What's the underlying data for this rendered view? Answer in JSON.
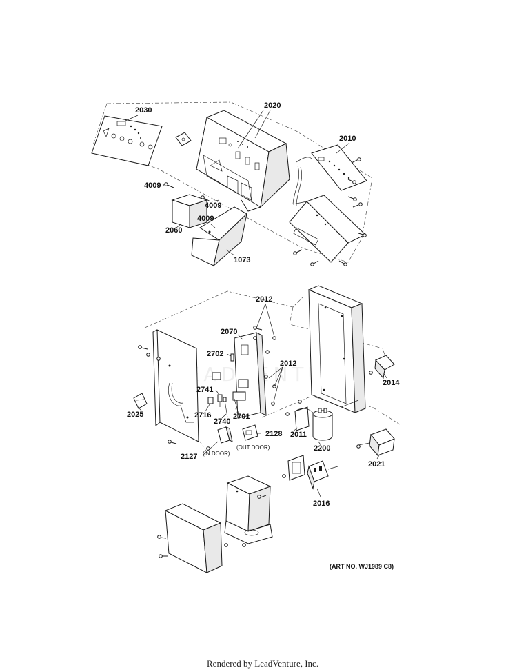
{
  "callouts": {
    "c2030": "2030",
    "c2020": "2020",
    "c2010": "2010",
    "c4009a": "4009",
    "c4009b": "4009",
    "c4009c": "4009",
    "c2060": "2060",
    "c1073": "1073",
    "c2012a": "2012",
    "c2070": "2070",
    "c2702": "2702",
    "c2012b": "2012",
    "c2014": "2014",
    "c2741": "2741",
    "c2025": "2025",
    "c2716": "2716",
    "c2740": "2740",
    "c2701": "2701",
    "c2011": "2011",
    "c2128": "2128",
    "c2127": "2127",
    "c2200": "2200",
    "c2021": "2021",
    "c2016": "2016"
  },
  "sublabels": {
    "in_door": "(IN DOOR)",
    "out_door": "(OUT DOOR)"
  },
  "art_number": "(ART NO. WJ1989 C8)",
  "watermark": "LEADVENTURE",
  "footer": "Rendered by LeadVenture, Inc."
}
